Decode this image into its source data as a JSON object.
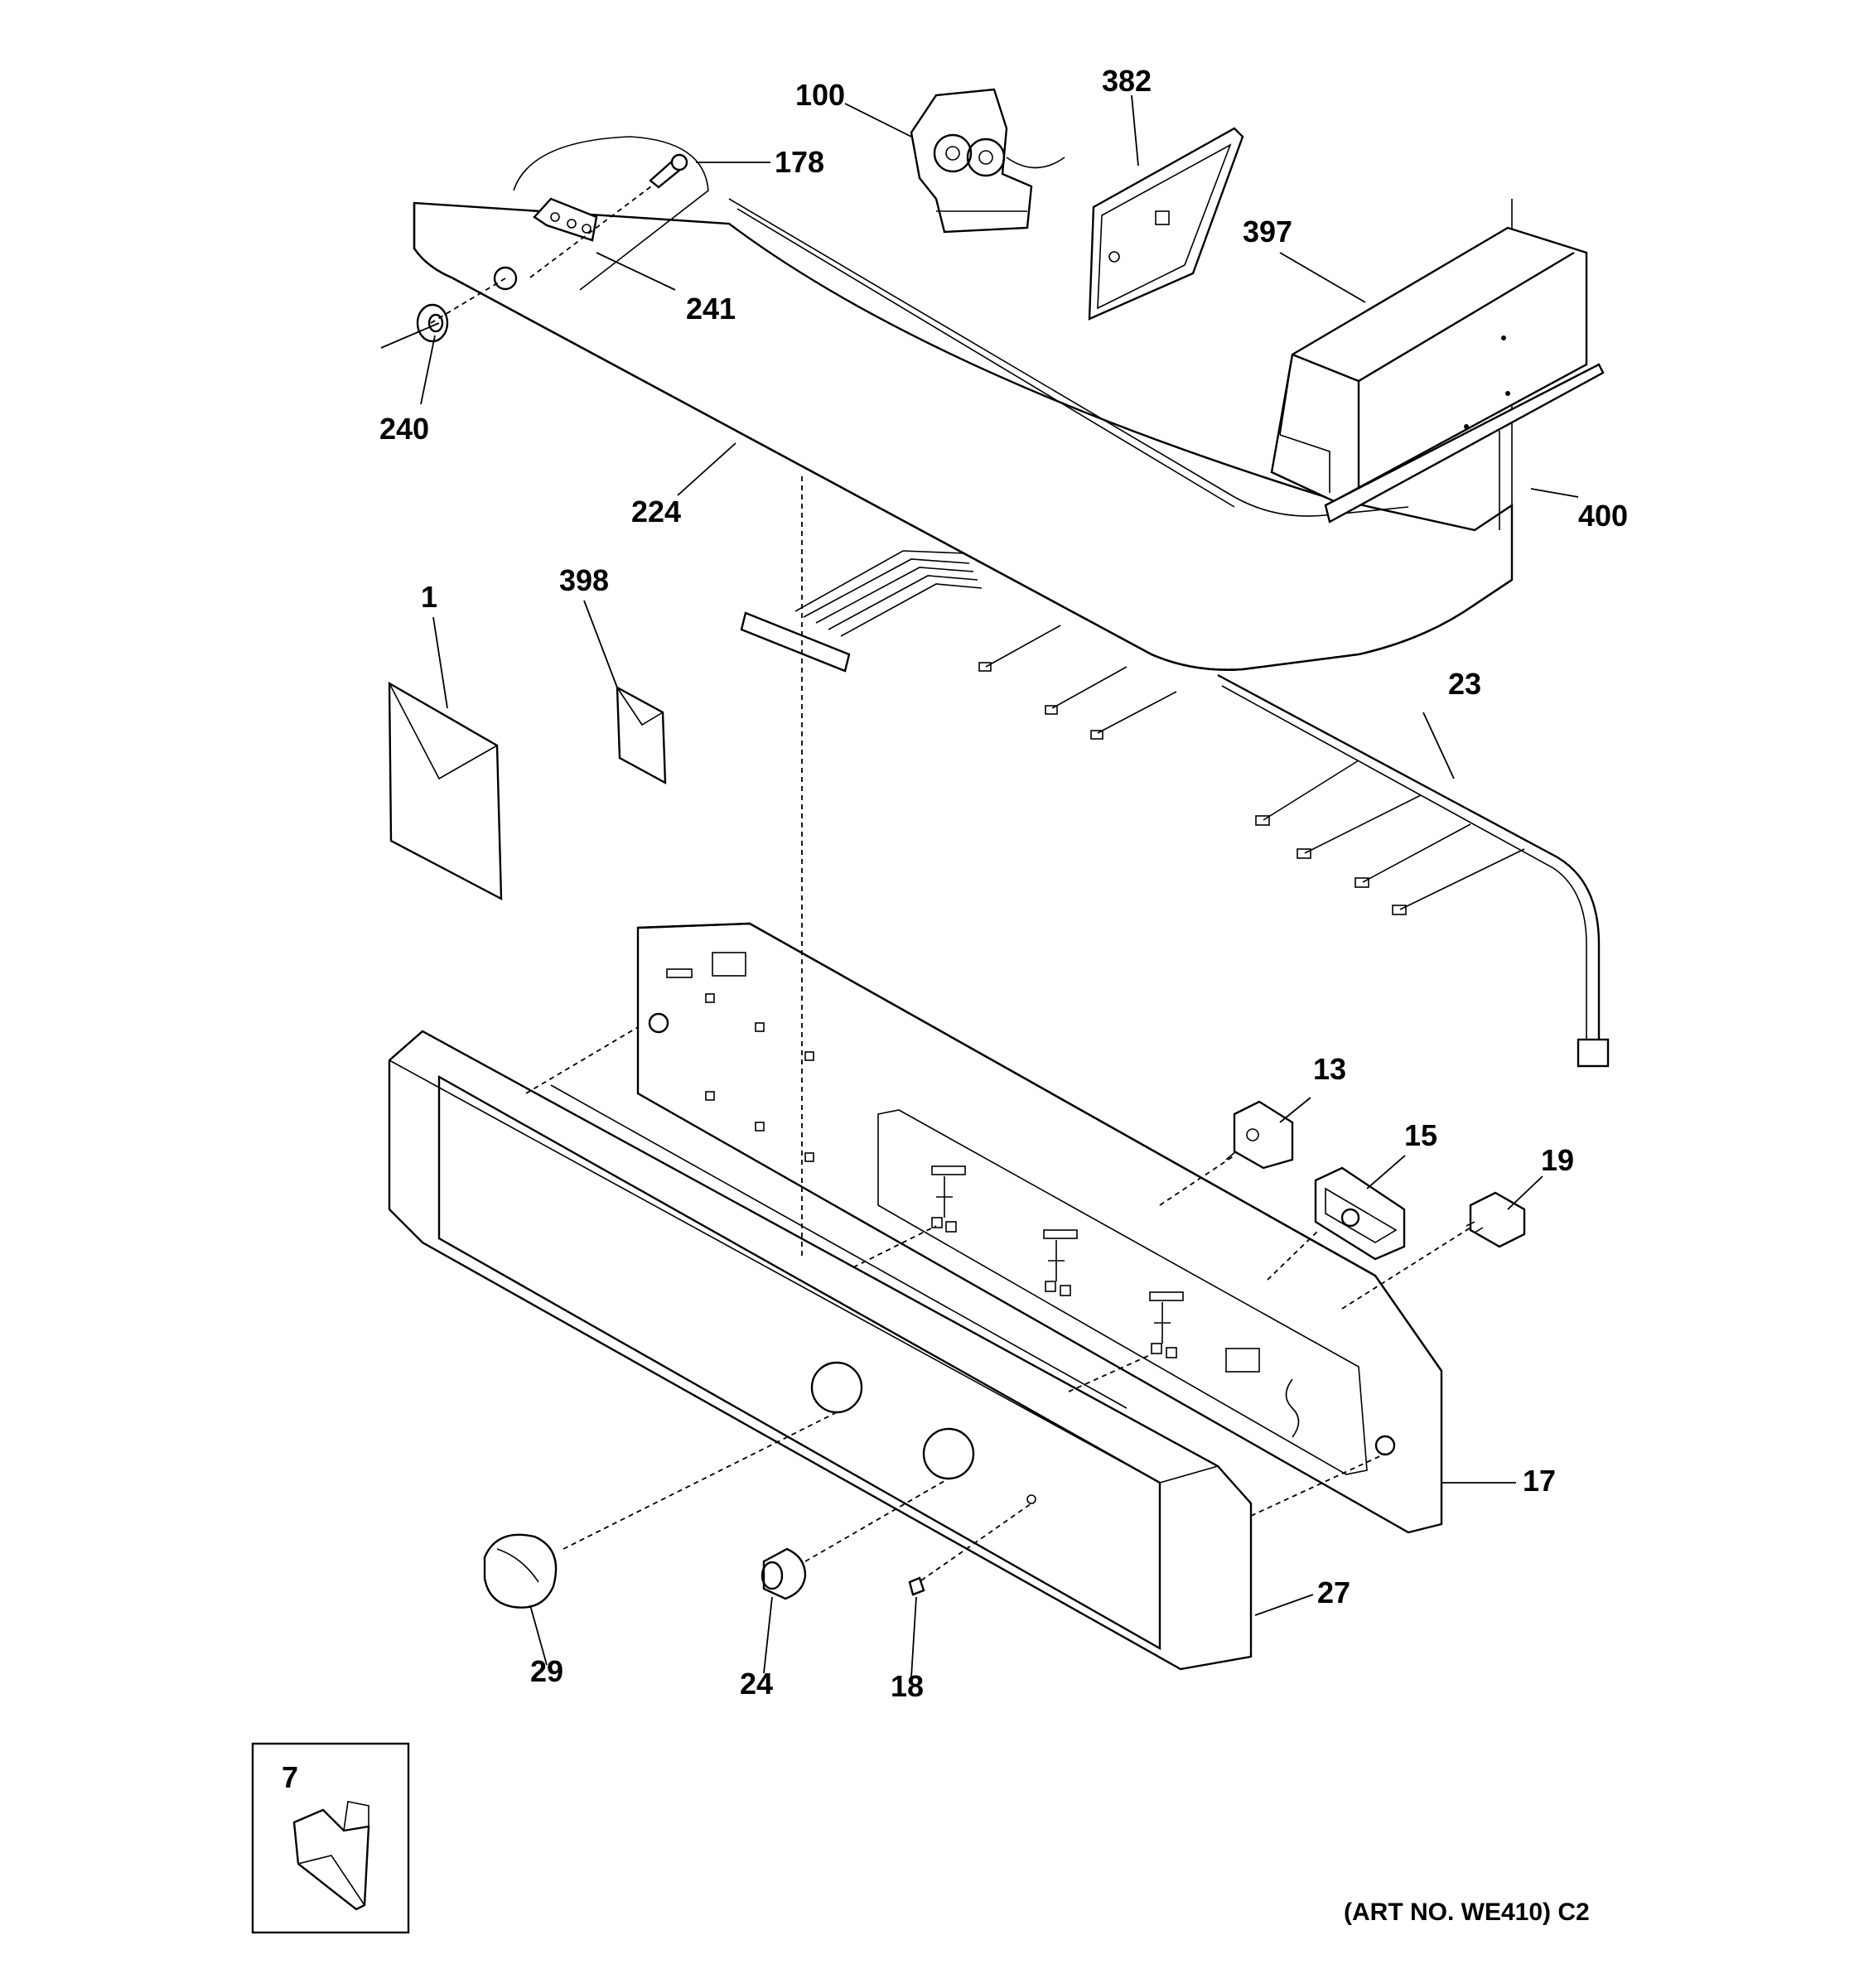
{
  "callouts": {
    "c100": "100",
    "c382": "382",
    "c178": "178",
    "c397": "397",
    "c241": "241",
    "c240": "240",
    "c224": "224",
    "c400": "400",
    "c1": "1",
    "c398": "398",
    "c23": "23",
    "c13": "13",
    "c15": "15",
    "c19": "19",
    "c17": "17",
    "c27": "27",
    "c29": "29",
    "c24": "24",
    "c18": "18",
    "c7": "7"
  },
  "art_number": "(ART NO. WE410) C2"
}
